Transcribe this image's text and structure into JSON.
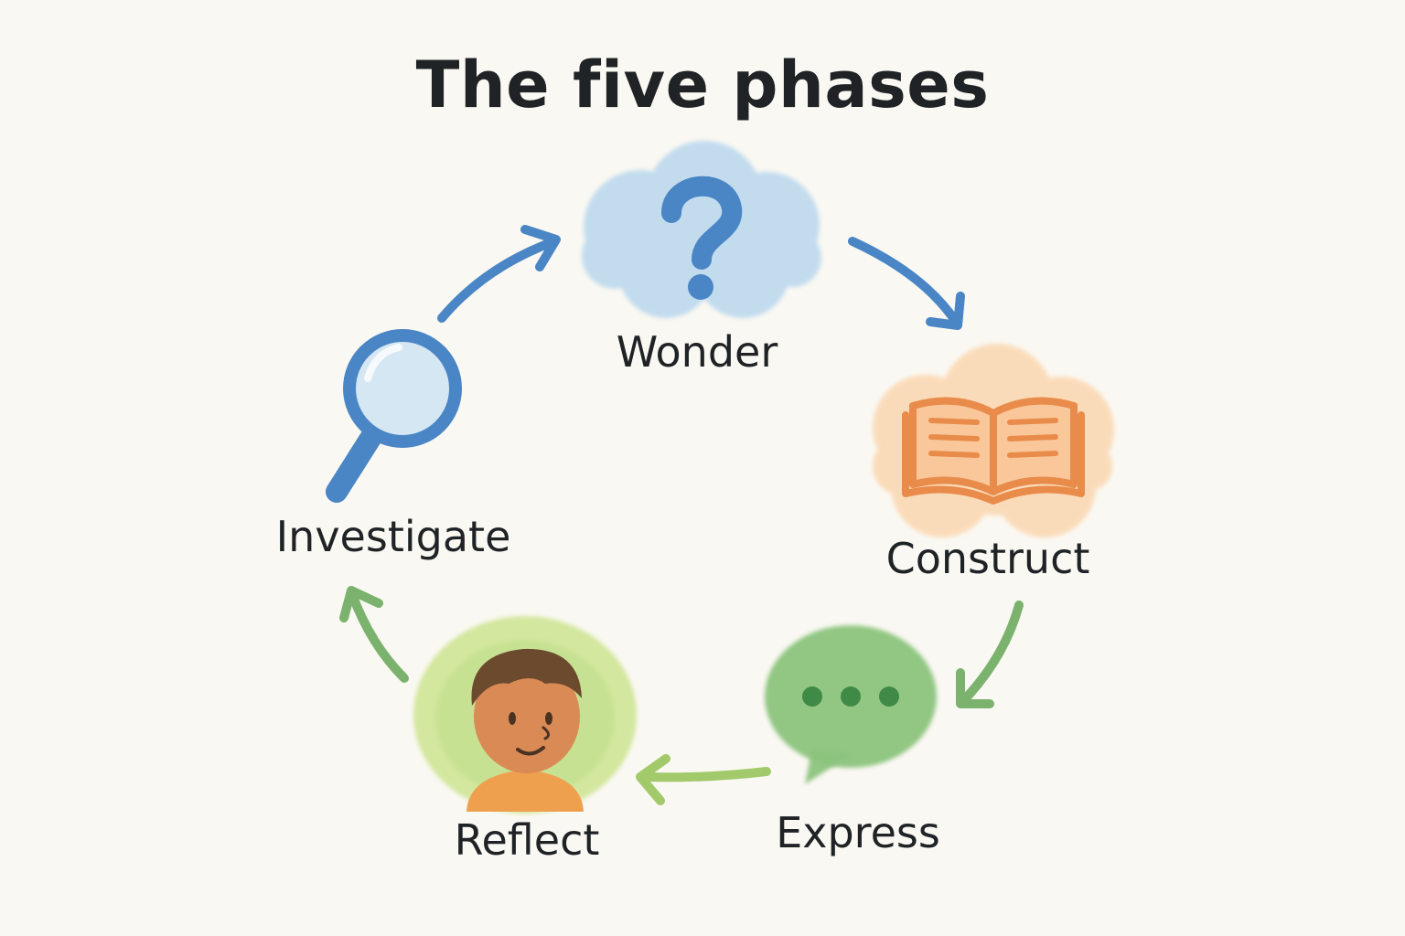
{
  "title": "The five phases",
  "phases": [
    {
      "id": "wonder",
      "label": "Wonder",
      "icon": "question-mark-cloud-icon",
      "color": "#4a86c5"
    },
    {
      "id": "construct",
      "label": "Construct",
      "icon": "open-book-icon",
      "color": "#e98b4a"
    },
    {
      "id": "express",
      "label": "Express",
      "icon": "speech-bubble-icon",
      "color": "#5aa05a"
    },
    {
      "id": "reflect",
      "label": "Reflect",
      "icon": "child-face-icon",
      "color": "#8fbf4c"
    },
    {
      "id": "investigate",
      "label": "Investigate",
      "icon": "magnifying-glass-icon",
      "color": "#4a86c5"
    }
  ],
  "colors": {
    "background": "#faf8f2",
    "text": "#1f2326",
    "blue": "#4a86c5",
    "blue_wash": "#bcd9ee",
    "orange": "#e98b4a",
    "orange_wash": "#fbd7b0",
    "green": "#5aa05a",
    "green_wash": "#8cc47e",
    "lime": "#9ccc5c",
    "lime_wash": "#d3e79f",
    "skin": "#d98a55",
    "hair": "#6b4a2e",
    "shirt": "#eea04f"
  }
}
